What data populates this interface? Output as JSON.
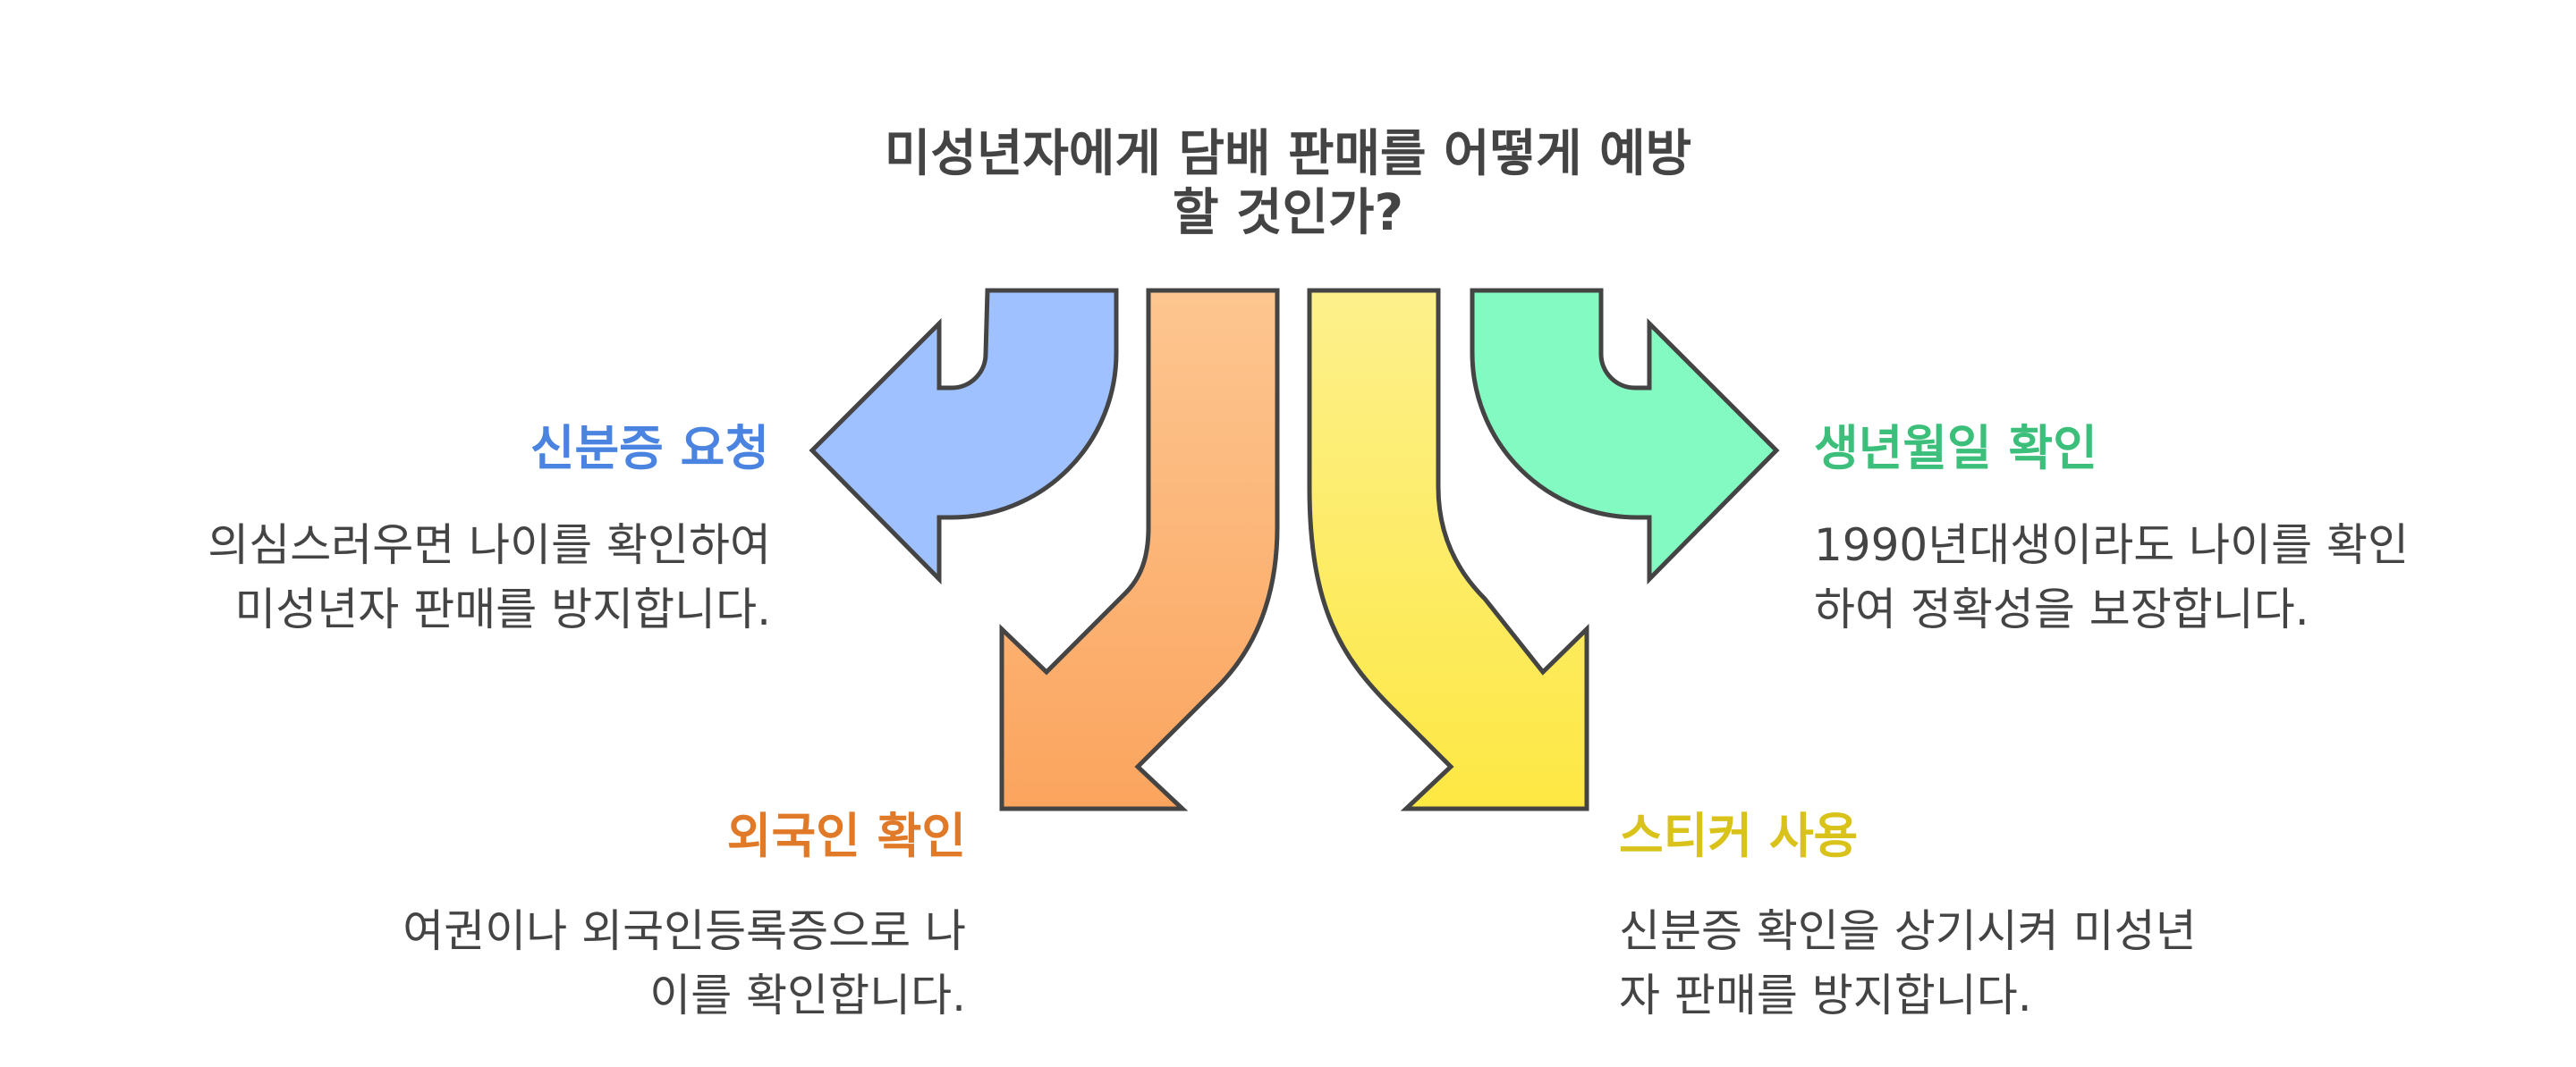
{
  "title": {
    "line1": "미성년자에게 담배 판매를 어떻게 예방",
    "line2": "할 것인가?"
  },
  "options": [
    {
      "id": "id-request",
      "heading": "신분증 요청",
      "desc_line1": "의심스러우면 나이를 확인하여",
      "desc_line2": "미성년자 판매를 방지합니다.",
      "color": "#4a84e0",
      "arrow_color": "#9fc1ff"
    },
    {
      "id": "foreigner-check",
      "heading": "외국인 확인",
      "desc_line1": "여권이나 외국인등록증으로 나",
      "desc_line2": "이를 확인합니다.",
      "color": "#e07a28",
      "arrow_color": "#fbb47a"
    },
    {
      "id": "sticker-use",
      "heading": "스티커 사용",
      "desc_line1": "신분증 확인을 상기시켜 미성년",
      "desc_line2": "자 판매를 방지합니다.",
      "color": "#d9c21a",
      "arrow_color": "#fbe95e"
    },
    {
      "id": "birthdate-check",
      "heading": "생년월일 확인",
      "desc_line1": "1990년대생이라도 나이를 확인",
      "desc_line2": "하여 정확성을 보장합니다.",
      "color": "#3cbf7a",
      "arrow_color": "#82fac2"
    }
  ]
}
